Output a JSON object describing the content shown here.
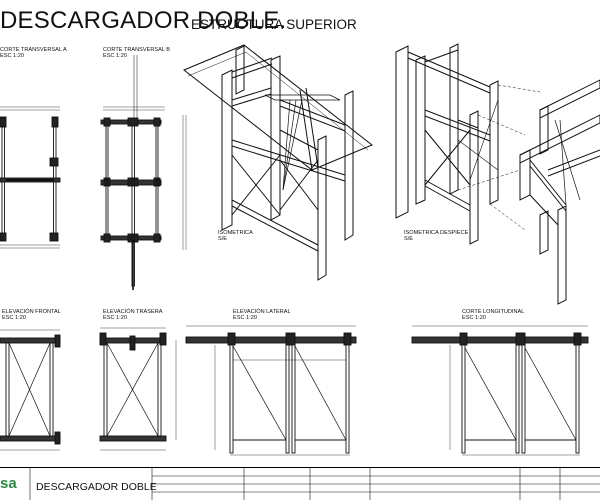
{
  "header": {
    "title": "DESCARGADOR DOBLE.",
    "subtitle": "ESTRUCTURA SUPERIOR"
  },
  "views": {
    "corte_a": {
      "label": "CORTE TRANSVERSAL A",
      "scale": "ESC 1:20"
    },
    "corte_b": {
      "label": "CORTE TRANSVERSAL B",
      "scale": "ESC 1:20"
    },
    "iso": {
      "label": "ISOMETRICA",
      "scale": "S/E"
    },
    "iso_despiece": {
      "label": "ISOMETRICA DESPIECE",
      "scale": "S/E"
    },
    "elev_frontal": {
      "label": "ELEVACIÓN FRONTAL",
      "scale": "ESC 1:20"
    },
    "elev_trasera": {
      "label": "ELEVACIÓN TRASERA",
      "scale": "ESC 1:20"
    },
    "elev_lateral": {
      "label": "ELEVACIÓN LATERAL",
      "scale": "ESC 1:20"
    },
    "corte_long": {
      "label": "CORTE LONGITUDINAL",
      "scale": "ESC 1:20"
    }
  },
  "title_block": {
    "logo": "sa",
    "drawing_name": "DESCARGADOR DOBLE"
  },
  "colors": {
    "logo": "#2a8a47",
    "line": "#111111"
  }
}
